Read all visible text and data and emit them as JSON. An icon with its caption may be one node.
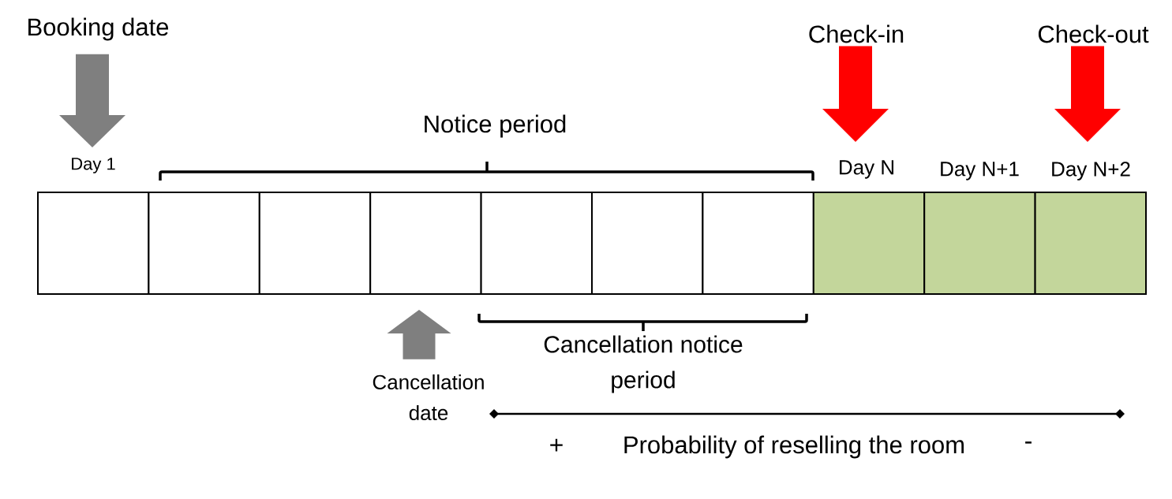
{
  "diagram": {
    "nodes": [
      {
        "text": [
          "Booking date"
        ]
      },
      {
        "text": [
          "Check-in"
        ]
      },
      {
        "text": [
          "Check-out"
        ]
      },
      {
        "text": [
          "Day 1"
        ]
      },
      {
        "text": [],
        "shape": "box"
      },
      {
        "text": [],
        "shape": "box"
      },
      {
        "text": [],
        "shape": "box"
      },
      {
        "text": [],
        "shape": "box"
      },
      {
        "text": [],
        "shape": "box"
      },
      {
        "text": [],
        "shape": "box"
      },
      {
        "text": [
          "Day N"
        ]
      },
      {
        "text": [
          "Day N+1"
        ]
      },
      {
        "text": [
          "Day N+2"
        ]
      },
      {
        "text": [
          "Cancellation date"
        ]
      }
    ],
    "edges": [
      {
        "from": 0,
        "to": 3,
        "arrow": "to"
      },
      {
        "from": 1,
        "to": 10,
        "arrow": "to",
        "color": "#ff0000"
      },
      {
        "from": 2,
        "to": 12,
        "arrow": "to",
        "color": "#ff0000"
      },
      {
        "from": 13,
        "to": 6,
        "arrow": "to"
      }
    ],
    "labels": [
      "Notice period",
      "Cancellation notice period",
      "+",
      "Probability of reselling the room",
      "-"
    ]
  }
}
